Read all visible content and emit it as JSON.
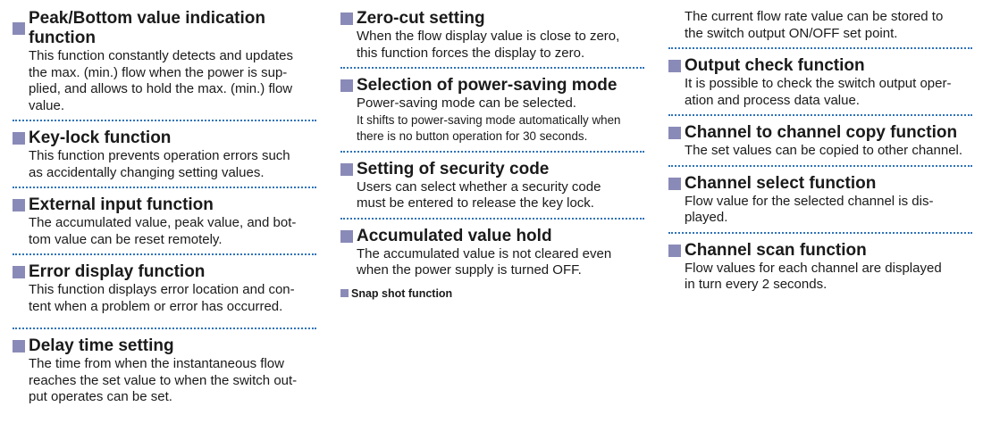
{
  "col1": [
    {
      "heading": "Peak/Bottom value indication function",
      "lines": [
        "This function constantly detects and updates",
        "the max. (min.) flow when the power is sup-",
        "plied, and allows to hold the max. (min.) flow",
        "value."
      ]
    },
    {
      "heading": "Key-lock function",
      "lines": [
        "This function prevents operation errors such",
        "as accidentally changing setting values."
      ]
    },
    {
      "heading": "External input function",
      "lines": [
        "The accumulated value, peak value, and bot-",
        "tom value can be reset remotely."
      ]
    },
    {
      "heading": "Error display function",
      "lines": [
        "This function displays error location and con-",
        "tent when a problem or error has occurred."
      ]
    },
    {
      "heading": "Delay time setting",
      "lines": [
        "The time from when the instantaneous flow",
        "reaches the set value to when the switch out-",
        "put operates can be set."
      ]
    }
  ],
  "col2": [
    {
      "heading": "Zero-cut setting",
      "lines": [
        "When the flow display value is close to zero,",
        "this function forces the display to zero."
      ]
    },
    {
      "heading": "Selection of power-saving mode",
      "lines": [
        "Power-saving mode can be selected.",
        "It shifts to power-saving mode automatically when",
        "there is no button operation for 30 seconds."
      ]
    },
    {
      "heading": "Setting of security code",
      "lines": [
        "Users can select whether a security code",
        "must be entered to release the key lock."
      ]
    },
    {
      "heading": "Accumulated value hold",
      "lines": [
        "The accumulated value is not cleared even",
        "when the power supply is turned OFF."
      ]
    },
    {
      "heading": "Snap shot function",
      "lines": []
    }
  ],
  "col3": [
    {
      "heading": "",
      "lines": [
        "The current flow rate value can be stored to",
        "the switch output ON/OFF set point."
      ]
    },
    {
      "heading": "Output check function",
      "lines": [
        "It is possible to check the switch output oper-",
        "ation and process data value."
      ]
    },
    {
      "heading": "Channel to channel copy function",
      "lines": [
        "The set values can be copied to other channel."
      ]
    },
    {
      "heading": "Channel select function",
      "lines": [
        "Flow value for the selected channel is dis-",
        "played."
      ]
    },
    {
      "heading": "Channel scan function",
      "lines": [
        "Flow values for each channel are displayed",
        "in turn every 2 seconds."
      ]
    }
  ]
}
